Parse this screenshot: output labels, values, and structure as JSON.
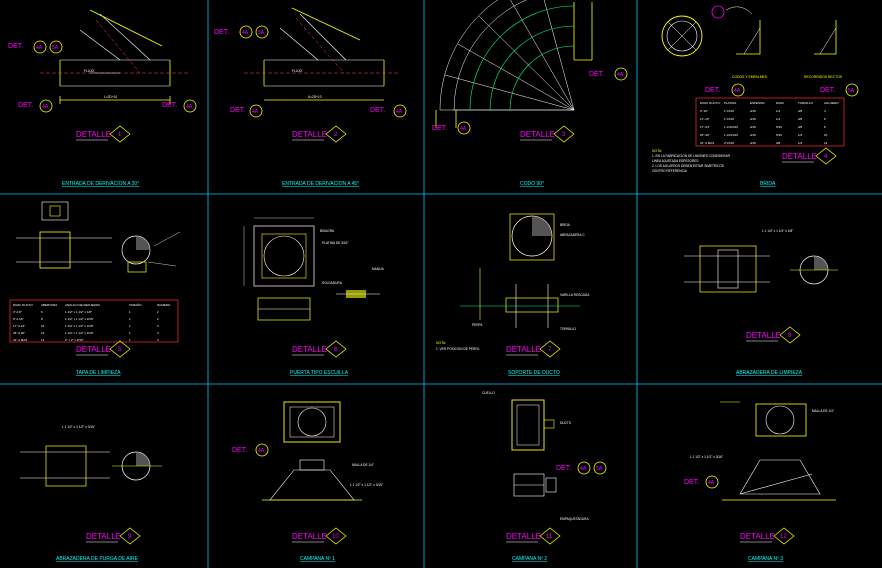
{
  "panels": [
    {
      "caption": "ENTRADA DE DERIVACION A 30°",
      "detalle": "DETALLE",
      "number": "1"
    },
    {
      "caption": "ENTRADA DE DERIVACION A 45°",
      "detalle": "DETALLE",
      "number": "2"
    },
    {
      "caption": "CODO 90°",
      "detalle": "DETALLE",
      "number": "3"
    },
    {
      "caption": "BRIDA",
      "detalle": "DETALLE",
      "number": "4"
    },
    {
      "caption": "TAPA DE LIMPIEZA",
      "detalle": "DETALLE",
      "number": "5"
    },
    {
      "caption": "PUERTA TIPO ESCUILLA",
      "detalle": "DETALLE",
      "number": "6"
    },
    {
      "caption": "SOPORTE DE DUCTO",
      "detalle": "DETALLE",
      "number": "7"
    },
    {
      "caption": "ABRAZADERA DE LIMPIEZA",
      "detalle": "DETALLE",
      "number": "8"
    },
    {
      "caption": "ABRAZADERA DE PURGA DE AIRE",
      "detalle": "DETALLE",
      "number": "9"
    },
    {
      "caption": "CAMPANA Nº 1",
      "detalle": "DETALLE",
      "number": "10"
    },
    {
      "caption": "CAMPANA Nº 2",
      "detalle": "DETALLE",
      "number": "11"
    },
    {
      "caption": "CAMPANA Nº 3",
      "detalle": "DETALLE",
      "number": "12"
    }
  ],
  "callouts": {
    "det": "DET.",
    "ref_a": "4A",
    "ref_b": "5A"
  },
  "labels": {
    "flujo": "FLUJO",
    "l1": "L=2D+10",
    "l2": "A=2D+10",
    "codos": "CODOS Y EMPALMES",
    "recorridos": "RECORRIDOS RECTOS",
    "nota": "NOTA:",
    "nota_lines": [
      "1. EN LA FABRICACION DE UNIONES CONSIDERAR",
      "LINEA AJUSTADA ESPESORES",
      "2. LOS AGUJEROS DEBEN ESTAR SIMETRICOS",
      "CENTRO REFERENCIA"
    ],
    "nota7": "1. VER POSICION DE PERFIL",
    "angulo1": "L 1 1/2\" x 1 1/2\" x 3/16\"",
    "angulo2": "L 1 1/4\" x 1 1/4\" x 1/8\"",
    "soldadura": "SOLDADURA",
    "bisagra": "BISAGRA",
    "manija": "MANIJA",
    "ducto": "DUCTO",
    "empaque": "EMPAQUETADURA",
    "perfil": "PERFIL",
    "abrazadera": "ABRAZADERA C",
    "varilla": "VARILLA ROSCADA",
    "tornillo": "TORNILLO",
    "platina": "PLATINA DE 3/16\"",
    "brida": "BRIDA",
    "cuello": "CUELLO",
    "malla": "MALLA DE 1/4\""
  },
  "table4": {
    "headers": [
      "DIAM. DUCTO",
      "PLATINA",
      "ESPESOR",
      "DIAM.",
      "TORNILLO",
      "AGUJERO"
    ],
    "rows": [
      [
        "3\"-10\"",
        "1\"x3/16",
        "3/16",
        "1/4",
        "3/8",
        "4"
      ],
      [
        "11\"-16\"",
        "1\"x3/16",
        "3/16",
        "1/4",
        "3/8",
        "6"
      ],
      [
        "17\"-24\"",
        "1 1/4x3/16",
        "3/16",
        "5/16",
        "3/8",
        "8"
      ],
      [
        "25\"-30\"",
        "1 1/2x3/16",
        "3/16",
        "5/16",
        "1/2",
        "10"
      ],
      [
        "31\" A MAS",
        "2\"x3/16",
        "3/16",
        "3/8",
        "1/2",
        "12"
      ]
    ]
  },
  "table5": {
    "headers": [
      "DIAM. DUCTO",
      "ABERTURA",
      "ANGULO DE REFUERZO",
      "TAMAÑO",
      "NUMERO"
    ],
    "rows": [
      [
        "3\" A 8\"",
        "6",
        "1 1/2\" x 1 1/2\" x 1/8\"",
        "1",
        "2"
      ],
      [
        "9\" A 16\"",
        "8",
        "1 1/2\" x 1 1/2\" x 3/16\"",
        "1",
        "2"
      ],
      [
        "17\" A 24\"",
        "10",
        "1 1/2\" x 1 1/2\" x 3/16\"",
        "1",
        "3"
      ],
      [
        "25\" A 30\"",
        "12",
        "1 1/2\" x 1 1/2\" x 3/16\"",
        "1",
        "4"
      ],
      [
        "31\" A MAS",
        "14",
        "2\" x 2\" x 3/16\"",
        "1",
        "4"
      ]
    ]
  }
}
